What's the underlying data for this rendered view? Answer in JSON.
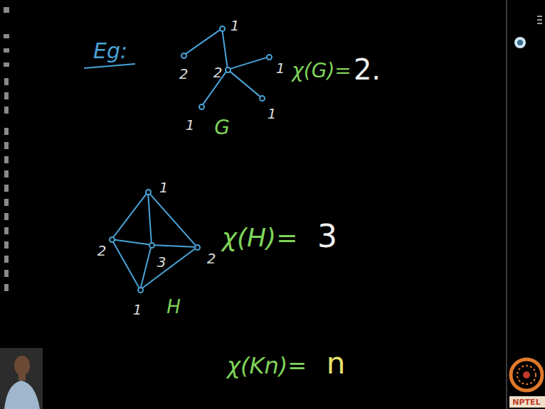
{
  "diagram": {
    "nodes": [
      {
        "text": [
          "1"
        ]
      },
      {
        "text": [
          "2"
        ]
      },
      {
        "text": [
          "2"
        ]
      },
      {
        "text": [
          "1"
        ]
      },
      {
        "text": [
          "1"
        ]
      },
      {
        "text": [
          "1"
        ]
      },
      {
        "text": [
          "1"
        ]
      },
      {
        "text": [
          "2"
        ]
      },
      {
        "text": [
          "3"
        ]
      },
      {
        "text": [
          "2"
        ]
      },
      {
        "text": [
          "1"
        ]
      }
    ],
    "edges": [
      {
        "from": 1,
        "to": 0,
        "arrow": "none"
      },
      {
        "from": 0,
        "to": 2,
        "arrow": "none"
      },
      {
        "from": 2,
        "to": 3,
        "arrow": "none"
      },
      {
        "from": 2,
        "to": 4,
        "arrow": "none"
      },
      {
        "from": 2,
        "to": 5,
        "arrow": "none"
      },
      {
        "from": 6,
        "to": 7,
        "arrow": "none"
      },
      {
        "from": 6,
        "to": 9,
        "arrow": "none"
      },
      {
        "from": 6,
        "to": 8,
        "arrow": "none"
      },
      {
        "from": 7,
        "to": 8,
        "arrow": "none"
      },
      {
        "from": 8,
        "to": 9,
        "arrow": "none"
      },
      {
        "from": 7,
        "to": 10,
        "arrow": "none"
      },
      {
        "from": 9,
        "to": 10,
        "arrow": "none"
      },
      {
        "from": 8,
        "to": 10,
        "arrow": "none"
      }
    ],
    "labels": [
      "Eg:",
      "G",
      "χ(G)=",
      "2.",
      "H",
      "χ(H)=",
      "3",
      "χ(Kn)=",
      "n",
      "NPTEL"
    ]
  }
}
